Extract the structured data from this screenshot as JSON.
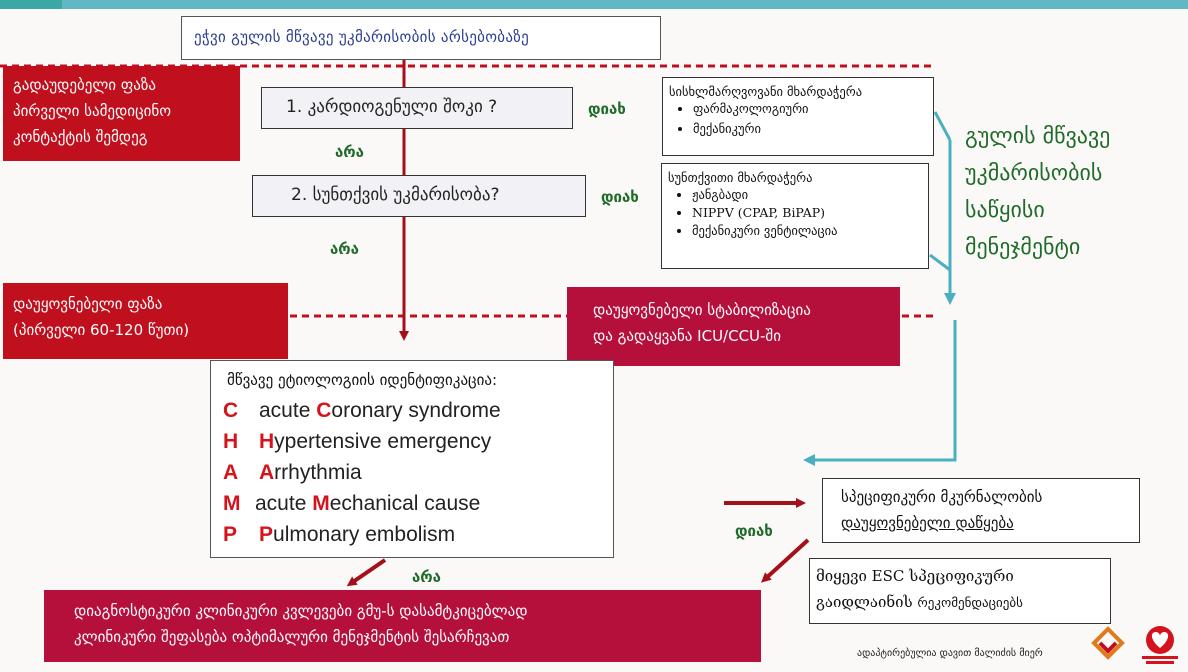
{
  "title": "ეჭვი გულის მწვავე უკმარისობის არსებობაზე",
  "phase_immediate": {
    "lines": [
      "გადაუდებელი ფაზა",
      "პირველი სამედიცინო",
      "კონტაქტის შემდეგ"
    ]
  },
  "phase_urgent": {
    "lines": [
      "დაუყოვნებელი ფაზა",
      "(პირველი 60-120 წუთი)"
    ]
  },
  "question1": "1.  კარდიოგენული შოკი ?",
  "question2": "2. სუნთქვის უკმარისობა?",
  "yes_label": "დიახ",
  "no_label": "არა",
  "circulatory_support": {
    "title": "სისხლმარღვოვანი მხარდაჭერა",
    "items": [
      "ფარმაკოლოგიური",
      "მექანიკური"
    ]
  },
  "ventilatory_support": {
    "title": "სუნთქვითი მხარდაჭერა",
    "items": [
      "ჟანგბადი",
      "NIPPV (CPAP, BiPAP)",
      "მექანიკური ვენტილაცია"
    ]
  },
  "initial_management": {
    "lines": [
      "გულის მწვავე",
      "უკმარისობის",
      "საწყისი",
      "მენეჯმენტი"
    ]
  },
  "stabilization": {
    "lines": [
      "დაუყოვნებელი სტაბილიზაცია",
      "და გადაყვანა ICU/CCU-ში"
    ]
  },
  "etiology": {
    "title": "მწვავე ეტიოლოგიის იდენტიფიკაცია:",
    "items": [
      {
        "letter": "C",
        "prefix": "acute ",
        "first": "C",
        "rest": "oronary syndrome"
      },
      {
        "letter": "H",
        "prefix": "",
        "first": "H",
        "rest": "ypertensive emergency"
      },
      {
        "letter": "A",
        "prefix": "",
        "first": "A",
        "rest": "rrhythmia"
      },
      {
        "letter": "M",
        "prefix": "acute ",
        "first": "M",
        "rest": "echanical cause"
      },
      {
        "letter": "P",
        "prefix": "",
        "first": "P",
        "rest": "ulmonary embolism"
      }
    ]
  },
  "specific_treatment": {
    "line1": "სპეციფიკური მკურნალობის",
    "line2a": "დაუყოვნებელი",
    "line2b": " დაწყება"
  },
  "esc_guidelines": {
    "line1": "მიყევი ESC  სპეციფიკური",
    "line2a": "გაიდლაინის ",
    "line2b": "რეკომენდაციებს"
  },
  "diagnostics": {
    "lines": [
      "დიაგნოსტიკური კლინიკური კვლევები გმუ-ს  დასამტკიცებლად",
      "კლინიკური შეფასება ოპტიმალური მენეჯმენტის  შესარჩევათ"
    ]
  },
  "footer_credit": "ადაპტირებულია დავით მალიძის მიერ",
  "colors": {
    "red": "#c0101e",
    "maroon": "#b5103c",
    "teal": "#4ab0c0",
    "dark_red_arrow": "#a50f1a",
    "green": "#1f6b2a"
  }
}
